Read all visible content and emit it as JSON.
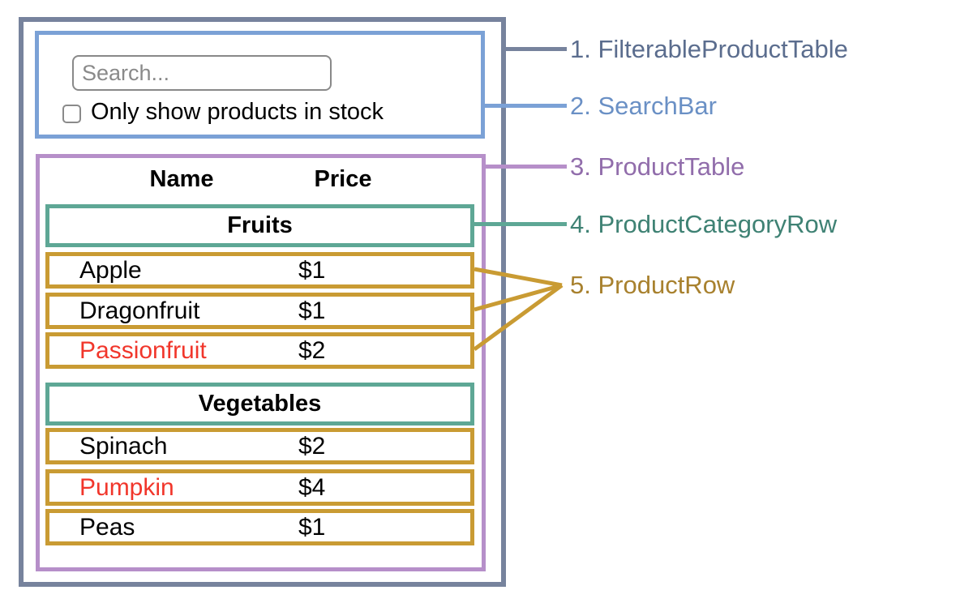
{
  "search": {
    "placeholder": "Search...",
    "checkbox_label": "Only show products in stock",
    "checkbox_checked": false
  },
  "table": {
    "headers": {
      "name": "Name",
      "price": "Price"
    },
    "sections": [
      {
        "category": "Fruits",
        "rows": [
          {
            "name": "Apple",
            "price": "$1",
            "out_of_stock": false
          },
          {
            "name": "Dragonfruit",
            "price": "$1",
            "out_of_stock": false
          },
          {
            "name": "Passionfruit",
            "price": "$2",
            "out_of_stock": true
          }
        ]
      },
      {
        "category": "Vegetables",
        "rows": [
          {
            "name": "Spinach",
            "price": "$2",
            "out_of_stock": false
          },
          {
            "name": "Pumpkin",
            "price": "$4",
            "out_of_stock": true
          },
          {
            "name": "Peas",
            "price": "$1",
            "out_of_stock": false
          }
        ]
      }
    ]
  },
  "legend": [
    {
      "label": "1. FilterableProductTable",
      "color": "#5b6d8e"
    },
    {
      "label": "2. SearchBar",
      "color": "#6a90c5"
    },
    {
      "label": "3. ProductTable",
      "color": "#916dab"
    },
    {
      "label": "4. ProductCategoryRow",
      "color": "#3f8274"
    },
    {
      "label": "5. ProductRow",
      "color": "#a8812e"
    }
  ],
  "colors": {
    "filterable_product_table": "#77839d",
    "search_bar": "#7ba1d6",
    "product_table": "#b68fc9",
    "product_category_row": "#5ea795",
    "product_row": "#c99b33",
    "out_of_stock_text": "#f1362b"
  }
}
